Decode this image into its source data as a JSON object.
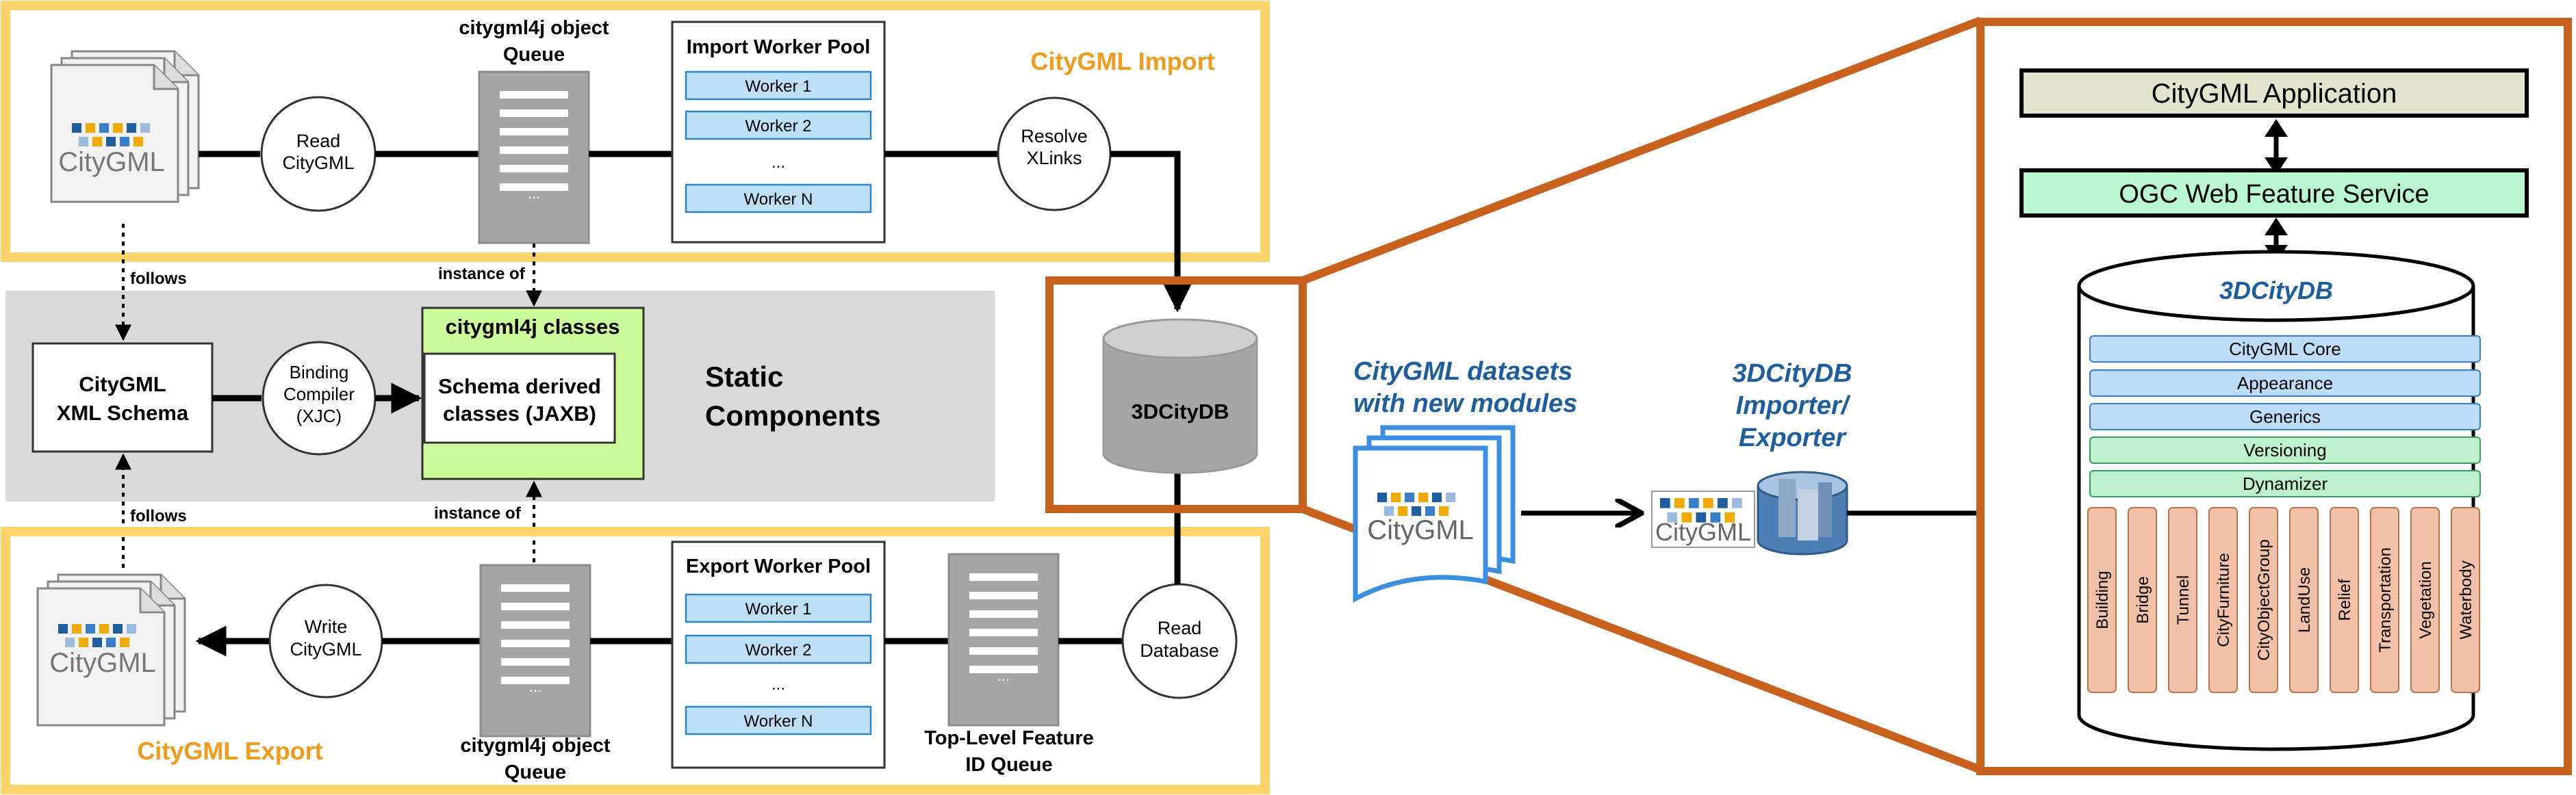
{
  "import": {
    "title": "CityGML Import",
    "source_logo": "CityGML",
    "read_step": [
      "Read",
      "CityGML"
    ],
    "queue_label": [
      "citygml4j object",
      "Queue"
    ],
    "pool_title": "Import Worker Pool",
    "workers": [
      "Worker 1",
      "Worker 2",
      "...",
      "Worker N"
    ],
    "resolve_step": [
      "Resolve",
      "XLinks"
    ],
    "queue_dots": "..."
  },
  "static": {
    "title": [
      "Static",
      "Components"
    ],
    "schema_box": [
      "CityGML",
      "XML Schema"
    ],
    "binding_step": [
      "Binding",
      "Compiler",
      "(XJC)"
    ],
    "classes_title": "citygml4j classes",
    "classes_inner": [
      "Schema derived",
      "classes (JAXB)"
    ],
    "follows_top": "follows",
    "instance_of_top": "instance of",
    "follows_bottom": "follows",
    "instance_of_bottom": "instance of"
  },
  "export": {
    "title": "CityGML Export",
    "target_logo": "CityGML",
    "write_step": [
      "Write",
      "CityGML"
    ],
    "queue_label": [
      "citygml4j object",
      "Queue"
    ],
    "pool_title": "Export Worker Pool",
    "workers": [
      "Worker 1",
      "Worker 2",
      "...",
      "Worker N"
    ],
    "feature_queue_label": [
      "Top-Level Feature",
      "ID Queue"
    ],
    "read_db_step": [
      "Read",
      "Database"
    ],
    "queue_dots": "...",
    "feature_dots": "..."
  },
  "center_db": "3DCityDB",
  "middle": {
    "datasets_label": [
      "CityGML datasets",
      "with new modules"
    ],
    "datasets_logo": "CityGML",
    "importer_label": [
      "3DCityDB",
      "Importer/",
      "Exporter"
    ],
    "importer_logo": "CityGML"
  },
  "stack": {
    "application": "CityGML Application",
    "wfs": "OGC Web Feature Service",
    "db_title": "3DCityDB",
    "layers": [
      "CityGML Core",
      "Appearance",
      "Generics",
      "Versioning",
      "Dynamizer"
    ],
    "modules": [
      "Building",
      "Bridge",
      "Tunnel",
      "CityFurniture",
      "CityObjectGroup",
      "LandUse",
      "Relief",
      "Transportation",
      "Vegetation",
      "Waterbody"
    ]
  },
  "colors": {
    "panel_outline": "#fdd36a",
    "panel_title": "#f29a1a",
    "static_bg": "#d9d9d9",
    "orange_frame": "#c8601e",
    "worker_fill": "#bde0f7",
    "worker_stroke": "#2f84c8",
    "classes_fill": "#ccf99a",
    "label_blue": "#1f5e9e",
    "layer_blue": "#bcdcf8",
    "layer_green": "#bdf0cc",
    "module_fill": "#f3c0a8",
    "app_fill": "#e2e4cc",
    "wfs_fill": "#b8f7cf"
  },
  "icons": {
    "citygml": "citygml-logo-icon",
    "database": "database-cylinder-icon",
    "queue": "queue-document-icon",
    "importer": "importer-database-icon"
  }
}
